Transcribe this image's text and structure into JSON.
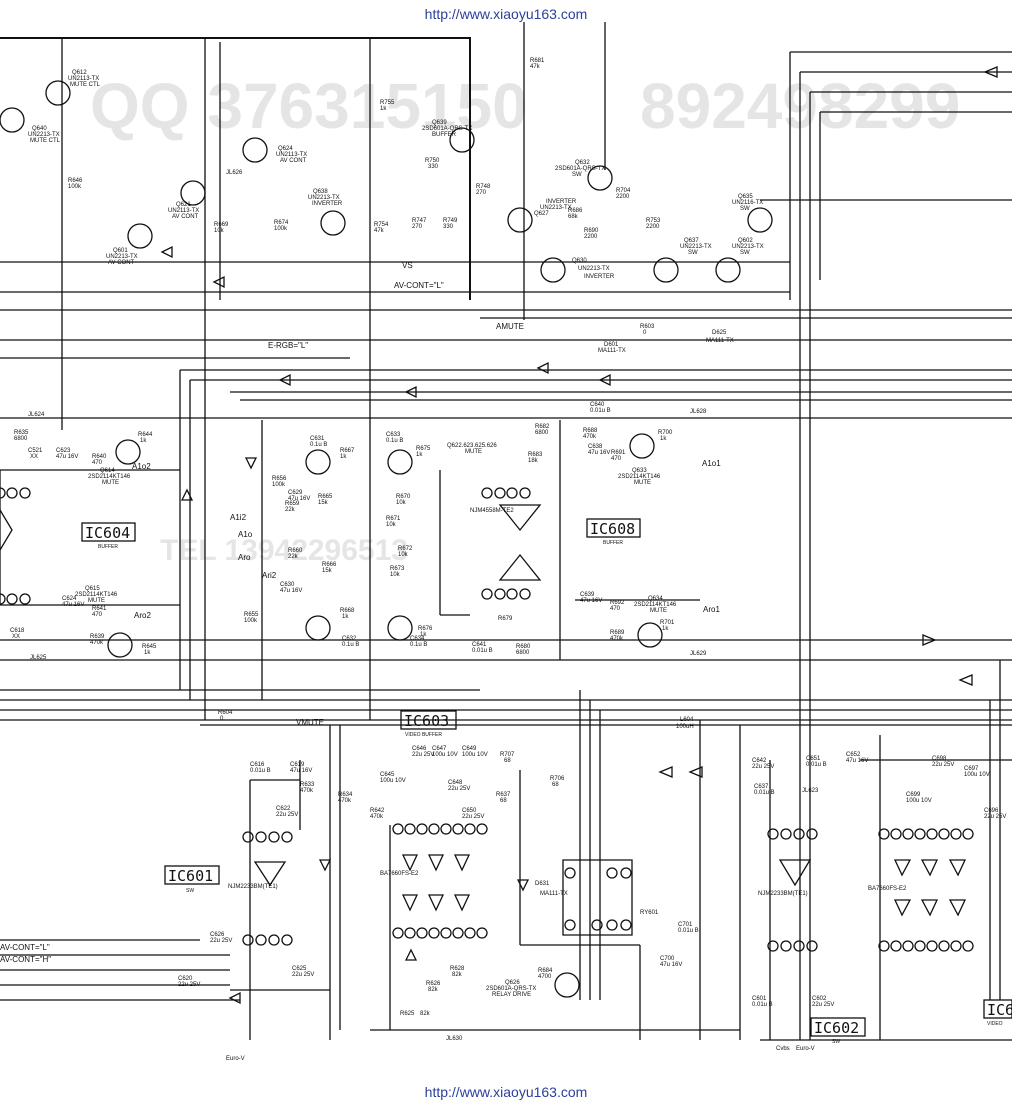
{
  "header_url": "http://www.xiaoyu163.com",
  "footer_url": "http://www.xiaoyu163.com",
  "watermarks": [
    "QQ 376315150",
    "892498299",
    "TEL 13942296513"
  ],
  "ic_labels": [
    {
      "id": "IC604",
      "sub": "BUFFER"
    },
    {
      "id": "IC608",
      "sub": "BUFFER"
    },
    {
      "id": "IC603",
      "sub": "VIDEO BUFFER"
    },
    {
      "id": "IC601",
      "sub": "SW"
    },
    {
      "id": "IC602",
      "sub": "SW"
    },
    {
      "id": "IC6",
      "sub": "VIDEO"
    }
  ],
  "transistors": [
    {
      "ref": "Q612",
      "part": "UN2113-TX",
      "fn": "MUTE CTL"
    },
    {
      "ref": "Q640",
      "part": "UN2213-TX",
      "fn": "MUTE CTL"
    },
    {
      "ref": "Q621",
      "part": "UN2113-TX",
      "fn": "AV CONT"
    },
    {
      "ref": "Q601",
      "part": "UN2213-TX",
      "fn": "AV CONT"
    },
    {
      "ref": "Q624",
      "part": "UN2113-TX",
      "fn": "AV CONT"
    },
    {
      "ref": "Q638",
      "part": "UN2213-TX",
      "fn": "INVERTER"
    },
    {
      "ref": "Q639",
      "part": "2SD601A-QRS-TX",
      "fn": "BUFFER"
    },
    {
      "ref": "Q627",
      "part": "UN2213-TX",
      "fn": "INVERTER"
    },
    {
      "ref": "Q632",
      "part": "2SD601A-QRS-TX",
      "fn": "SW"
    },
    {
      "ref": "Q630",
      "part": "UN2213-TX",
      "fn": "INVERTER"
    },
    {
      "ref": "Q635",
      "part": "UN2116-TX",
      "fn": "SW"
    },
    {
      "ref": "Q637",
      "part": "UN2213-TX",
      "fn": "SW"
    },
    {
      "ref": "Q602",
      "part": "UN2213-TX",
      "fn": "SW"
    },
    {
      "ref": "Q614",
      "part": "2SD2114KT146",
      "fn": "MUTE"
    },
    {
      "ref": "Q615",
      "part": "2SD2114KT146",
      "fn": "MUTE"
    },
    {
      "ref": "Q633",
      "part": "2SD2114KT146",
      "fn": "MUTE"
    },
    {
      "ref": "Q634",
      "part": "2SD2114KT146",
      "fn": "MUTE"
    },
    {
      "ref": "Q626",
      "part": "2SD601A-QRS-TX",
      "fn": "RELAY DRIVE"
    }
  ],
  "mute_group": {
    "refs": "Q622.623.625.626",
    "fn": "MUTE"
  },
  "signals": [
    "VS",
    "AV-CONT=\"L\"",
    "AMUTE",
    "E-RGB=\"L\"",
    "VMUTE",
    "A1o2",
    "A1o1",
    "A1i2",
    "A1o",
    "Aro",
    "Ari2",
    "Aro2",
    "Aro1",
    "AV-CONT=\"L\"",
    "AV-CONT=\"H\""
  ],
  "diodes": [
    {
      "ref": "D601",
      "part": "MA111-TX"
    },
    {
      "ref": "D625",
      "part": "MA111-TX"
    },
    {
      "ref": "D631",
      "part": "MA111-TX"
    }
  ],
  "jumpers": [
    "JL624",
    "JL625",
    "JL626",
    "JL628",
    "JL629",
    "JL623",
    "JL630"
  ],
  "ic_parts": [
    "NJM4558M-TE2",
    "NJM2233BM(TE1)",
    "BA7660FS-E2",
    "NJM2233BM(TE1)",
    "BA7660FS-E2"
  ],
  "relay": "RY601",
  "coil": {
    "ref": "L604",
    "value": "100uH"
  },
  "resistors": [
    {
      "ref": "R681",
      "value": "47k"
    },
    {
      "ref": "R755",
      "value": "1k"
    },
    {
      "ref": "R646",
      "value": "100k"
    },
    {
      "ref": "R669",
      "value": "10k"
    },
    {
      "ref": "R674",
      "value": "100k"
    },
    {
      "ref": "R754",
      "value": "47k"
    },
    {
      "ref": "R750",
      "value": "330"
    },
    {
      "ref": "R747",
      "value": "270"
    },
    {
      "ref": "R749",
      "value": "330"
    },
    {
      "ref": "R748",
      "value": "270"
    },
    {
      "ref": "R686",
      "value": "68k"
    },
    {
      "ref": "R690",
      "value": "2200"
    },
    {
      "ref": "R704",
      "value": "2200"
    },
    {
      "ref": "R753",
      "value": "2200"
    },
    {
      "ref": "R603",
      "value": "0"
    },
    {
      "ref": "R635",
      "value": "6800"
    },
    {
      "ref": "R640",
      "value": "470"
    },
    {
      "ref": "R644",
      "value": "1k"
    },
    {
      "ref": "R641",
      "value": "470"
    },
    {
      "ref": "R639",
      "value": "470k"
    },
    {
      "ref": "R645",
      "value": "1k"
    },
    {
      "ref": "R656",
      "value": "100k"
    },
    {
      "ref": "R667",
      "value": "1k"
    },
    {
      "ref": "R665",
      "value": "15k"
    },
    {
      "ref": "R659",
      "value": "22k"
    },
    {
      "ref": "R675",
      "value": "1k"
    },
    {
      "ref": "R670",
      "value": "10k"
    },
    {
      "ref": "R671",
      "value": "10k"
    },
    {
      "ref": "R682",
      "value": "6800"
    },
    {
      "ref": "R683",
      "value": "18k"
    },
    {
      "ref": "R688",
      "value": "470k"
    },
    {
      "ref": "R691",
      "value": "470"
    },
    {
      "ref": "R700",
      "value": "1k"
    },
    {
      "ref": "R660",
      "value": "22k"
    },
    {
      "ref": "R666",
      "value": "15k"
    },
    {
      "ref": "R672",
      "value": "10k"
    },
    {
      "ref": "R673",
      "value": "10k"
    },
    {
      "ref": "R655",
      "value": "100k"
    },
    {
      "ref": "R668",
      "value": "1k"
    },
    {
      "ref": "R676",
      "value": "1k"
    },
    {
      "ref": "R679",
      "value": ""
    },
    {
      "ref": "R680",
      "value": "6800"
    },
    {
      "ref": "R692",
      "value": "470"
    },
    {
      "ref": "R689",
      "value": "470k"
    },
    {
      "ref": "R701",
      "value": "1k"
    },
    {
      "ref": "R604",
      "value": "0"
    },
    {
      "ref": "R633",
      "value": "470k"
    },
    {
      "ref": "R634",
      "value": "470k"
    },
    {
      "ref": "R642",
      "value": "470k"
    },
    {
      "ref": "R707",
      "value": "68"
    },
    {
      "ref": "R706",
      "value": "68"
    },
    {
      "ref": "R637",
      "value": "68"
    },
    {
      "ref": "R628",
      "value": "82k"
    },
    {
      "ref": "R626",
      "value": "82k"
    },
    {
      "ref": "R625",
      "value": "82k"
    },
    {
      "ref": "R684",
      "value": "4700"
    }
  ],
  "capacitors": [
    {
      "ref": "C521",
      "value": "XX"
    },
    {
      "ref": "C623",
      "value": "47u 16V"
    },
    {
      "ref": "C618",
      "value": "XX"
    },
    {
      "ref": "C624",
      "value": "47u 16V"
    },
    {
      "ref": "C631",
      "value": "0.1u B"
    },
    {
      "ref": "C629",
      "value": "47u 16V"
    },
    {
      "ref": "C633",
      "value": "0.1u B"
    },
    {
      "ref": "C640",
      "value": "0.01u B"
    },
    {
      "ref": "C638",
      "value": "47u 16V"
    },
    {
      "ref": "C630",
      "value": "47u 16V"
    },
    {
      "ref": "C632",
      "value": "0.1u B"
    },
    {
      "ref": "C634",
      "value": "0.1u B"
    },
    {
      "ref": "C639",
      "value": "47u 16V"
    },
    {
      "ref": "C641",
      "value": "0.01u B"
    },
    {
      "ref": "C616",
      "value": "0.01u B"
    },
    {
      "ref": "C619",
      "value": "47u 16V"
    },
    {
      "ref": "C622",
      "value": "22u 25V"
    },
    {
      "ref": "C646",
      "value": "22u 25V"
    },
    {
      "ref": "C647",
      "value": "100u 10V"
    },
    {
      "ref": "C649",
      "value": "100u 10V"
    },
    {
      "ref": "C645",
      "value": "100u 10V"
    },
    {
      "ref": "C648",
      "value": "22u 25V"
    },
    {
      "ref": "C650",
      "value": "22u 25V"
    },
    {
      "ref": "C626",
      "value": "22u 25V"
    },
    {
      "ref": "C620",
      "value": "22u 25V"
    },
    {
      "ref": "C625",
      "value": "22u 25V"
    },
    {
      "ref": "C701",
      "value": "0.01u B"
    },
    {
      "ref": "C700",
      "value": "47u 16V"
    },
    {
      "ref": "C642",
      "value": "22u 25V"
    },
    {
      "ref": "C651",
      "value": "0.01u B"
    },
    {
      "ref": "C652",
      "value": "47u 16V"
    },
    {
      "ref": "C637",
      "value": "0.01u B"
    },
    {
      "ref": "C698",
      "value": "22u 25V"
    },
    {
      "ref": "C697",
      "value": "100u 10V"
    },
    {
      "ref": "C699",
      "value": "100u 10V"
    },
    {
      "ref": "C696",
      "value": "22u 25V"
    },
    {
      "ref": "C601",
      "value": "0.01u B"
    },
    {
      "ref": "C602",
      "value": "22u 25V"
    }
  ],
  "connector_labels": [
    "Euro-V",
    "Cvbs",
    "Euro-V"
  ]
}
